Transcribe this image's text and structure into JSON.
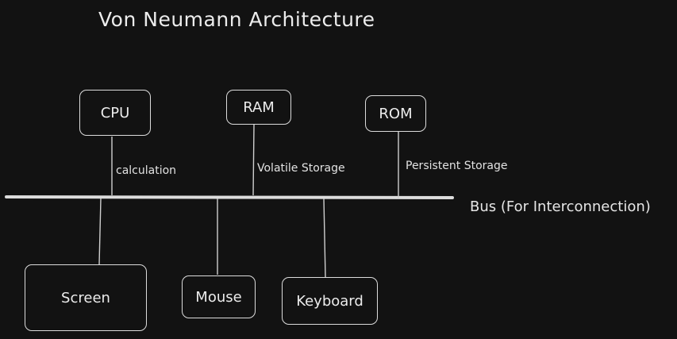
{
  "title": "Von Neumann Architecture",
  "bus": {
    "label": "Bus (For Interconnection)"
  },
  "nodes": {
    "cpu": "CPU",
    "ram": "RAM",
    "rom": "ROM",
    "screen": "Screen",
    "mouse": "Mouse",
    "keyboard": "Keyboard"
  },
  "edge_labels": {
    "cpu": "calculation",
    "ram": "Volatile Storage",
    "rom": "Persistent Storage"
  },
  "colors": {
    "background": "#121212",
    "stroke": "#dcdcdc",
    "text": "#ececec"
  }
}
